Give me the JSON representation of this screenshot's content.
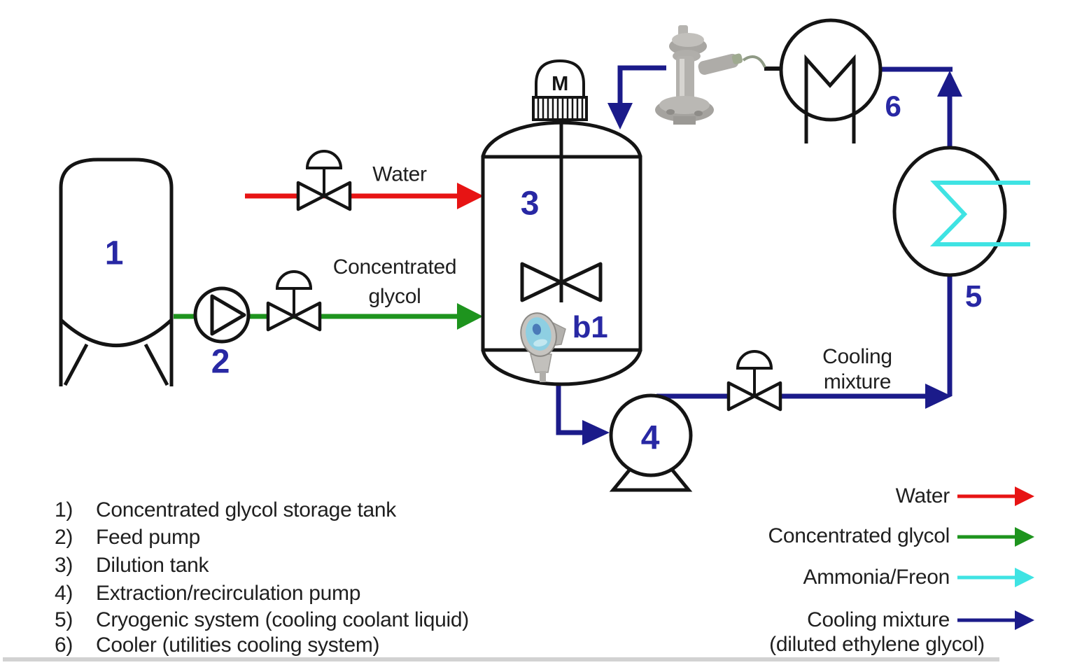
{
  "colors": {
    "water_red": "#e71414",
    "glycol_green": "#1e941e",
    "ammonia_cyan": "#3fe3e3",
    "cooling_navy": "#1b1b8a",
    "label_navy": "#2828a4"
  },
  "diagram": {
    "equipment_labels": {
      "storage_tank": "1",
      "feed_pump": "2",
      "dilution_tank": "3",
      "extraction_pump": "4",
      "cryogenic_system": "5",
      "cooler": "6",
      "concentration_sensor": "b1",
      "motor": "M"
    },
    "streams": {
      "water": {
        "label": "Water"
      },
      "concentrated_glycol": {
        "lines": [
          "Concentrated",
          "glycol"
        ]
      },
      "cooling_mixture": {
        "lines": [
          "Cooling",
          "mixture"
        ]
      }
    }
  },
  "equipment_list": {
    "items": [
      {
        "num": "1)",
        "label": "Concentrated glycol storage tank"
      },
      {
        "num": "2)",
        "label": "Feed pump"
      },
      {
        "num": "3)",
        "label": "Dilution tank"
      },
      {
        "num": "4)",
        "label": "Extraction/recirculation pump"
      },
      {
        "num": "5)",
        "label": "Cryogenic system (cooling coolant liquid)"
      },
      {
        "num": "6)",
        "label": "Cooler (utilities cooling system)"
      }
    ]
  },
  "legend": {
    "items": [
      {
        "label": "Water",
        "color": "#e71414"
      },
      {
        "label": "Concentrated glycol",
        "color": "#1e941e"
      },
      {
        "label": "Ammonia/Freon",
        "color": "#3fe3e3"
      },
      {
        "label": "Cooling mixture",
        "color": "#1b1b8a"
      }
    ],
    "note": "(diluted ethylene glycol)"
  }
}
